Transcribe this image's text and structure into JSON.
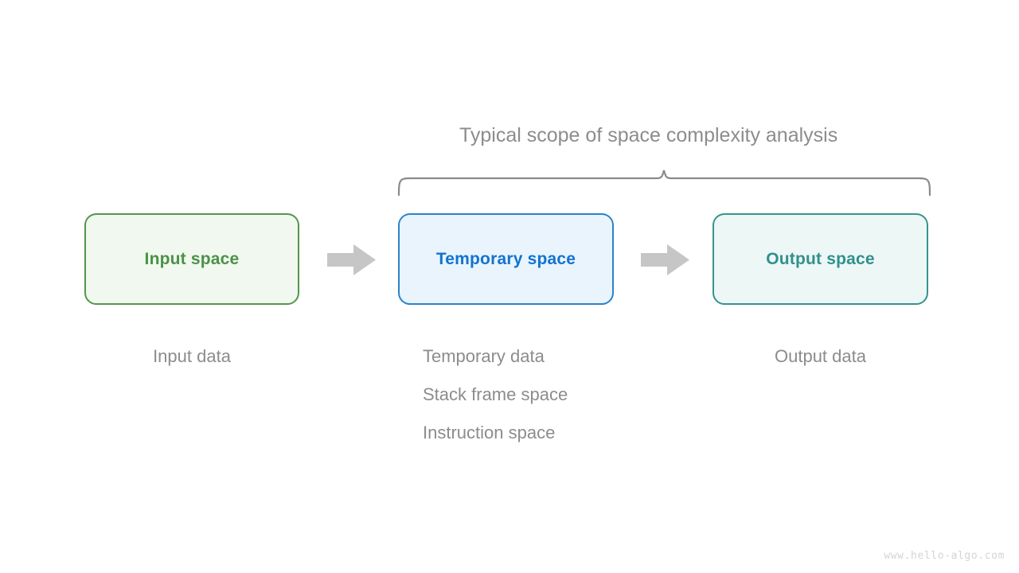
{
  "scope": {
    "title": "Typical scope of space complexity analysis",
    "brace_color": "#8a8a8a",
    "title_color": "#8c8c8c"
  },
  "boxes": [
    {
      "id": "input",
      "label": "Input space",
      "fill": "#f1f8ef",
      "stroke": "#55954e",
      "text_color": "#4a9147"
    },
    {
      "id": "temporary",
      "label": "Temporary space",
      "fill": "#e9f4fd",
      "stroke": "#2b83c8",
      "text_color": "#1273cf"
    },
    {
      "id": "output",
      "label": "Output space",
      "fill": "#edf7f6",
      "stroke": "#37938e",
      "text_color": "#31908c"
    }
  ],
  "arrows": [
    {
      "id": "arrow-input-to-temporary",
      "color": "#c6c6c6"
    },
    {
      "id": "arrow-temporary-to-output",
      "color": "#c6c6c6"
    }
  ],
  "captions": {
    "input": [
      "Input data"
    ],
    "temporary": [
      "Temporary data",
      "Stack frame space",
      "Instruction space"
    ],
    "output": [
      "Output data"
    ],
    "color": "#8c8c8c"
  },
  "watermark": {
    "text": "www.hello-algo.com",
    "color": "#d4d4d4"
  }
}
